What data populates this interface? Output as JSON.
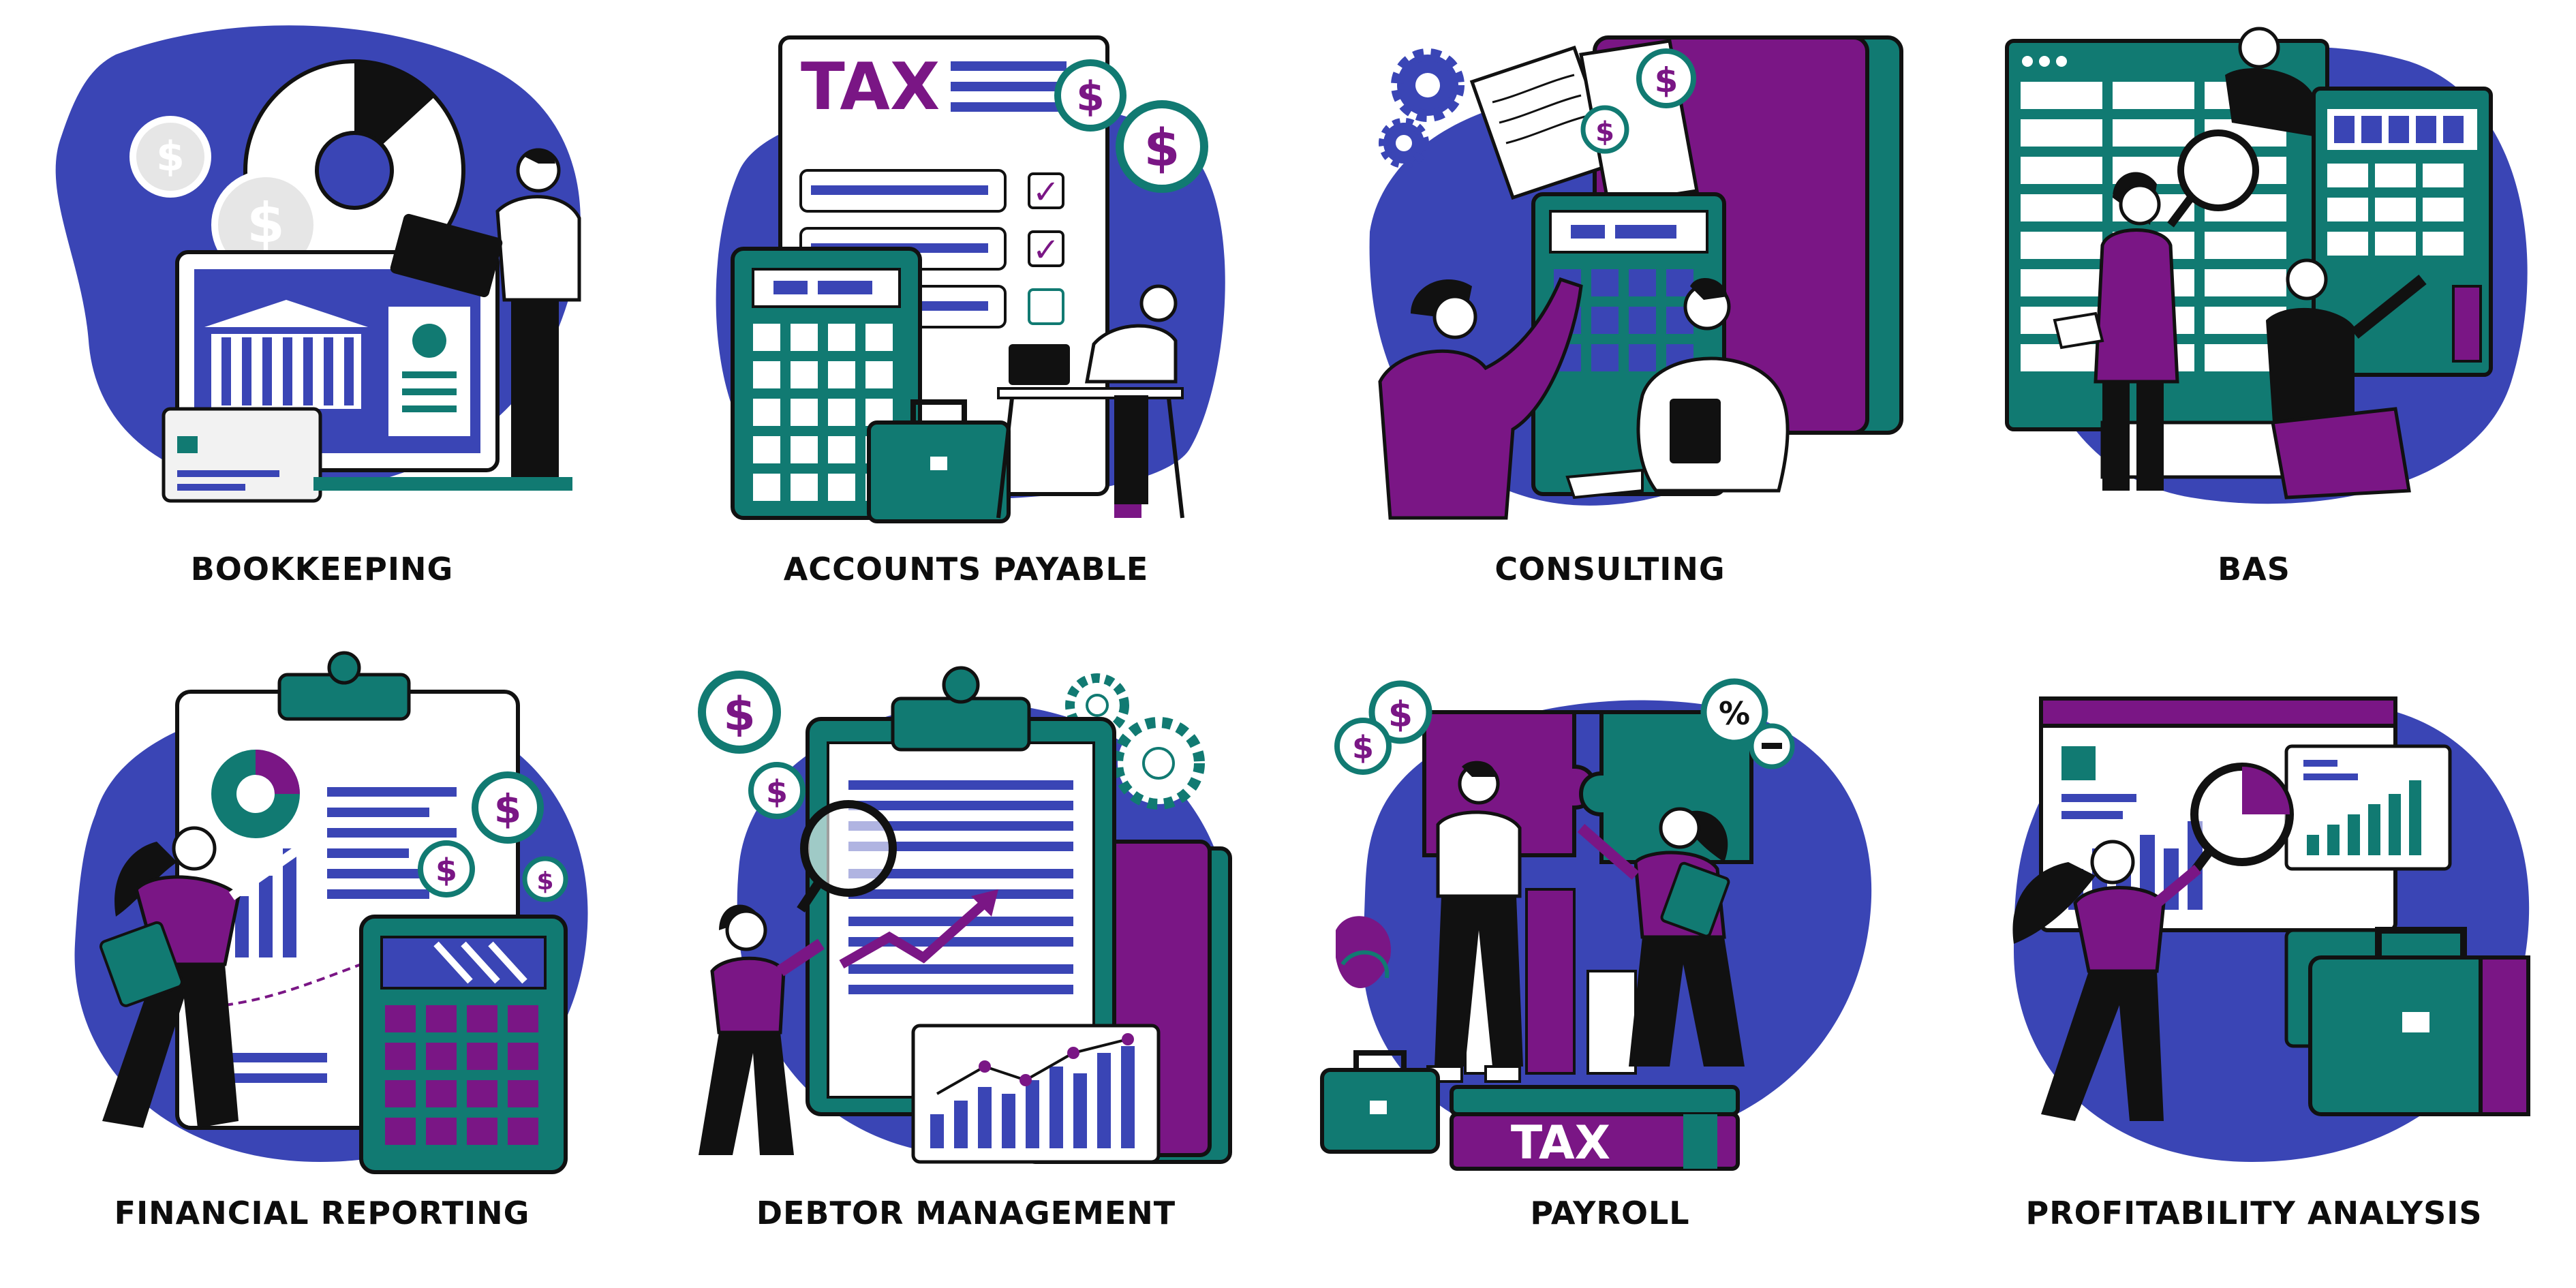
{
  "colors": {
    "blue": "#3a45b5",
    "teal": "#117a72",
    "purple": "#7a1685",
    "ink": "#111111",
    "white": "#ffffff",
    "grey": "#d9d9d9"
  },
  "tiles": [
    {
      "title": "BOOKKEEPING"
    },
    {
      "title": "ACCOUNTS PAYABLE",
      "tax_text": "TAX"
    },
    {
      "title": "CONSULTING"
    },
    {
      "title": "BAS"
    },
    {
      "title": "FINANCIAL REPORTING"
    },
    {
      "title": "DEBTOR MANAGEMENT"
    },
    {
      "title": "PAYROLL",
      "tax_text": "TAX"
    },
    {
      "title": "PROFITABILITY ANALYSIS"
    }
  ],
  "glyphs": {
    "dollar": "$",
    "percent": "%",
    "check": "✓"
  }
}
